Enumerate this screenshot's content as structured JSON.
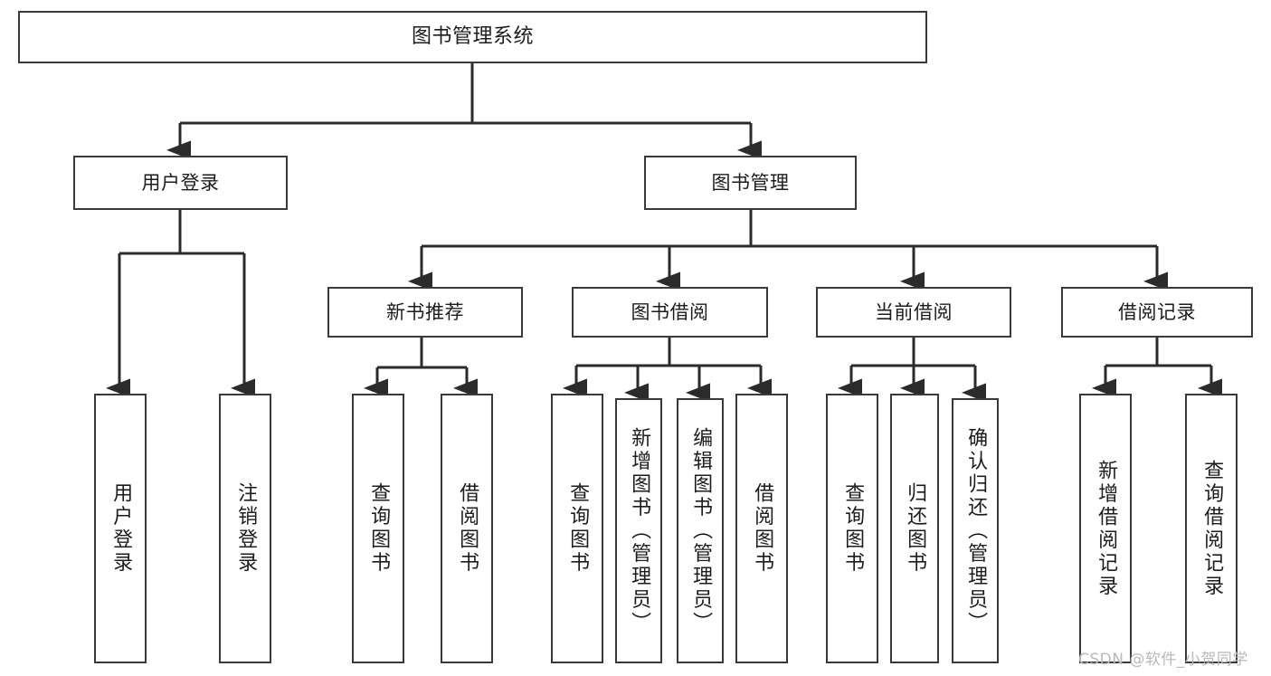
{
  "diagram": {
    "type": "tree",
    "title": "图书管理系统",
    "orientation": "top-down",
    "colors": {
      "box_border": "#3a3a3a",
      "box_fill": "#ffffff",
      "connector": "#2b2b2b",
      "text": "#1c1c1c",
      "watermark": "#b9b9b9",
      "background": "#ffffff"
    }
  },
  "root": {
    "label": "图书管理系统"
  },
  "level2": [
    {
      "label": "用户登录"
    },
    {
      "label": "图书管理"
    }
  ],
  "level3": [
    {
      "label": "新书推荐"
    },
    {
      "label": "图书借阅"
    },
    {
      "label": "当前借阅"
    },
    {
      "label": "借阅记录"
    }
  ],
  "leaves": {
    "user_login": [
      {
        "label": "用户登录"
      },
      {
        "label": "注销登录"
      }
    ],
    "new_book_recommend": [
      {
        "label": "查询图书"
      },
      {
        "label": "借阅图书"
      }
    ],
    "book_borrow": [
      {
        "label": "查询图书"
      },
      {
        "label": "新增图书（管理员）"
      },
      {
        "label": "编辑图书（管理员）"
      },
      {
        "label": "借阅图书"
      }
    ],
    "current_borrow": [
      {
        "label": "查询图书"
      },
      {
        "label": "归还图书"
      },
      {
        "label": "确认归还（管理员）"
      }
    ],
    "borrow_records": [
      {
        "label": "新增借阅记录"
      },
      {
        "label": "查询借阅记录"
      }
    ]
  },
  "watermark": {
    "text": "CSDN @软件_小贺同学"
  }
}
